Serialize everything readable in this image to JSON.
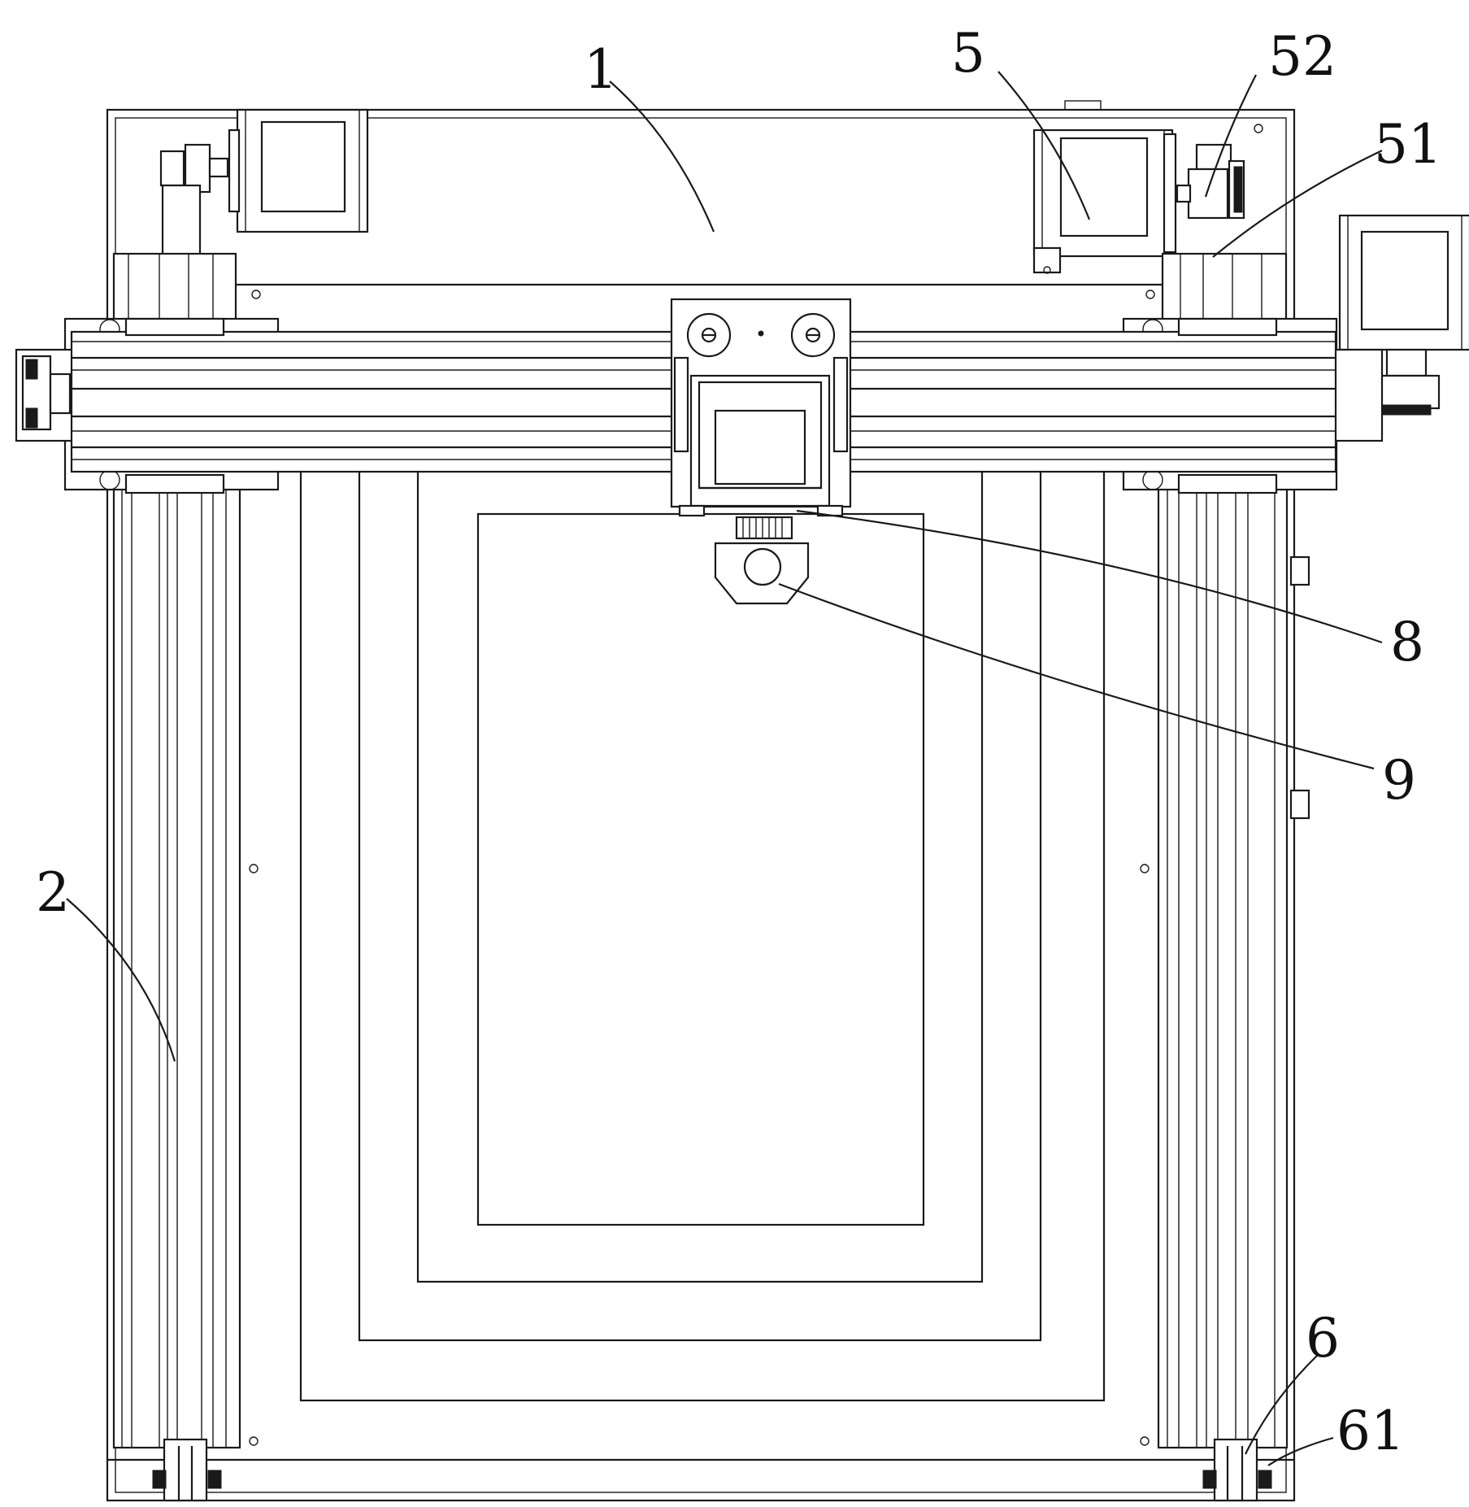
{
  "figure": {
    "labels": {
      "frame": "1",
      "y_rail": "2",
      "motor": "5",
      "pulley": "51",
      "bracket": "52",
      "belt_end": "6",
      "belt_clamp": "61",
      "gear": "8",
      "pen_holder": "9"
    }
  }
}
